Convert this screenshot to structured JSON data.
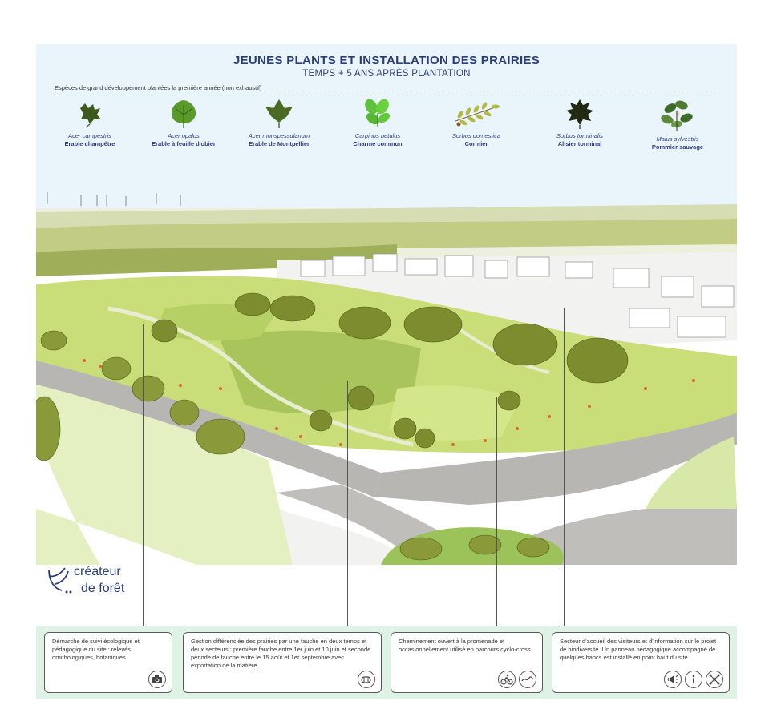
{
  "header": {
    "title": "JEUNES PLANTS ET INSTALLATION DES PRAIRIES",
    "subtitle": "TEMPS + 5 ANS APRÈS PLANTATION",
    "species_intro": "Espèces de grand développement plantées la première année (non exhaustif)"
  },
  "species": [
    {
      "latin": "Acer campestris",
      "common": "Erable champêtre",
      "icon": "field-maple-leaf-icon"
    },
    {
      "latin": "Acer opalus",
      "common": "Erable à feuille d'obier",
      "icon": "italian-maple-leaf-icon"
    },
    {
      "latin": "Acer monspessulanum",
      "common": "Erable de Montpellier",
      "icon": "montpellier-maple-leaf-icon"
    },
    {
      "latin": "Carpinus betulus",
      "common": "Charme commun",
      "icon": "hornbeam-leaf-icon"
    },
    {
      "latin": "Sorbus domestica",
      "common": "Cormier",
      "icon": "service-tree-leaf-icon"
    },
    {
      "latin": "Sorbus torminalis",
      "common": "Alisier torminal",
      "icon": "wild-service-tree-leaf-icon"
    },
    {
      "latin": "Malus sylvestris",
      "common": "Pommier sauvage",
      "icon": "crab-apple-leaf-icon"
    }
  ],
  "brand": {
    "line1": "créateur",
    "line2": "de forêt",
    "icon": "createur-de-foret-logo"
  },
  "cards": [
    {
      "text": "Démarche de suivi écologique et pédagogique du site : relevés ornithologiques, botaniques.",
      "icons": [
        "camera-icon"
      ]
    },
    {
      "text": "Gestion différenciée des prairies par une fauche en deux temps et deux secteurs : première fauche entre 1er juin et 10 juin et seconde période de fauche entre le 15 août et 1er septembre avec exportation de la matière.",
      "icons": [
        "mowing-icon"
      ]
    },
    {
      "text": "Cheminement ouvert à la promenade et occasionnellement utilisé en parcours cyclo-cross.",
      "icons": [
        "cyclist-icon",
        "path-icon"
      ]
    },
    {
      "text": "Secteur d'accueil des visiteurs et d'information sur le projet de biodiversité. Un panneau pédagogique accompagné de quelques bancs est installé en point haut du site.",
      "icons": [
        "megaphone-icon",
        "info-icon",
        "network-icon"
      ]
    }
  ],
  "colors": {
    "title": "#2b3d78",
    "header_bg": "#eaf5fb",
    "footer_bg": "#dff2e6",
    "meadow": "#c7dc7a",
    "tree": "#7c8c2f",
    "road": "#b8b6b2"
  }
}
